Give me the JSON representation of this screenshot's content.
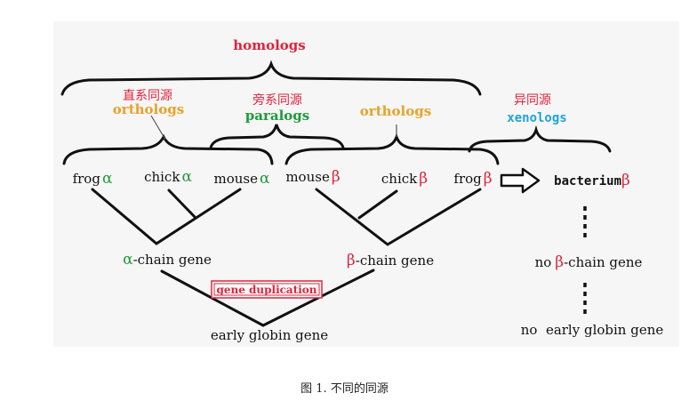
{
  "diagram": {
    "homologs": "homologs",
    "cn_orthologs": "直系同源",
    "orthologs_left": "orthologs",
    "cn_paralogs": "旁系同源",
    "paralogs": "paralogs",
    "orthologs_right": "orthologs",
    "cn_xenologs": "异同源",
    "xenologs": "xenologs",
    "species": {
      "frog_a": "frog",
      "chick_a": "chick",
      "mouse_a": "mouse",
      "mouse_b": "mouse",
      "chick_b": "chick",
      "frog_b": "frog",
      "bacterium": "bacterium"
    },
    "alpha": "α",
    "beta": "β",
    "alpha_chain": "-chain gene",
    "beta_chain": "-chain gene",
    "gene_duplication": "gene duplication",
    "early_globin": "early globin gene",
    "no_prefix": "no",
    "no_beta_chain_suffix": "-chain gene",
    "no_early_globin": "no  early globin gene",
    "colors": {
      "red": "#e0233a",
      "orange": "#e8a22a",
      "green": "#1f9a3a",
      "blue": "#1fa3d8",
      "black": "#111111"
    }
  },
  "caption": "图 1. 不同的同源"
}
